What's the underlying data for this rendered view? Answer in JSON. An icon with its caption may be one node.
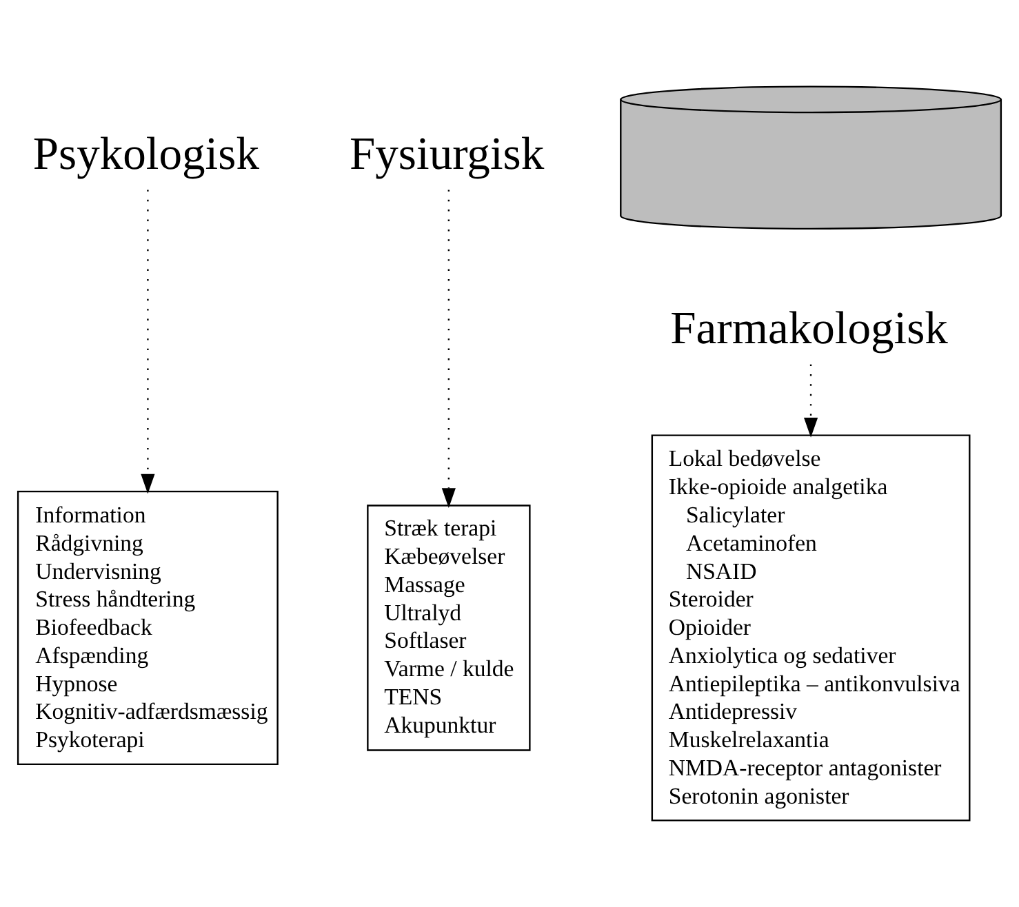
{
  "diagram": {
    "nodes": [
      {
        "text": [
          "Psykologisk"
        ]
      },
      {
        "text": [
          "Fysiurgisk"
        ]
      },
      {
        "text": [],
        "shape": "cylinder"
      },
      {
        "text": [
          "Farmakologisk"
        ]
      },
      {
        "text": [
          "Information",
          "Rådgivning",
          "Undervisning",
          "Stress håndtering",
          "Biofeedback",
          "Afspænding",
          "Hypnose",
          "Kognitiv-adfærdsmæssig",
          "Psykoterapi"
        ]
      },
      {
        "text": [
          "Lokal bedøvelse",
          "Ikke-opioide analgetika",
          "Salicylater",
          "Acetaminofen",
          "NSAID",
          "Steroider",
          "Opioider",
          "Anxiolytica og sedativer",
          "Antiepileptika – antikonvulsiva",
          "Antidepressiv",
          "Muskelrelaxantia",
          "NMDA-receptor antagonister",
          "Serotonin agonister"
        ]
      },
      {
        "text": [
          "Stræk terapi",
          "Kæbeøvelser",
          "Massage",
          "Ultralyd",
          "Softlaser",
          "Varme / kulde",
          "TENS",
          "Akupunktur"
        ]
      }
    ],
    "edges": [
      {
        "from": 0,
        "to": 4,
        "arrow": "to",
        "style": "dashed"
      },
      {
        "from": 3,
        "to": 5,
        "arrow": "to",
        "style": "dashed"
      },
      {
        "from": 1,
        "to": 6,
        "arrow": "to",
        "style": "dashed"
      }
    ]
  }
}
